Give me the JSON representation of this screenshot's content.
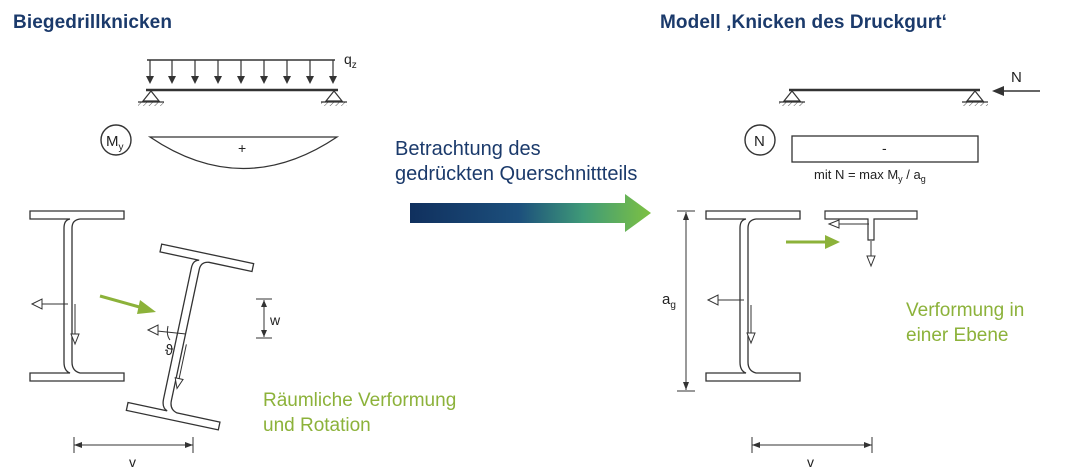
{
  "titles": {
    "left": "Biegedrillknicken",
    "right": "Modell ‚Knicken des Druckgurt‘"
  },
  "center": {
    "line1": "Betrachtung des",
    "line2": "gedrückten Querschnittteils"
  },
  "left_labels": {
    "load": "q",
    "load_sub": "z",
    "moment": "M",
    "moment_sub": "y",
    "moment_sign": "+",
    "w": "w",
    "theta": "ϑ",
    "v": "v",
    "caption_line1": "Räumliche Verformung",
    "caption_line2": "und Rotation"
  },
  "right_labels": {
    "force": "N",
    "normal": "N",
    "normal_sign": "-",
    "formula_prefix": "mit N = max M",
    "formula_sub1": "y",
    "formula_mid": " / a",
    "formula_sub2": "g",
    "ag": "a",
    "ag_sub": "g",
    "v": "v",
    "caption_line1": "Verformung in",
    "caption_line2": "einer Ebene"
  },
  "colors": {
    "navy": "#1b3a6b",
    "green": "#8cb23a",
    "line": "#333333",
    "arrow_start": "#10305e",
    "arrow_end": "#7dc142"
  }
}
